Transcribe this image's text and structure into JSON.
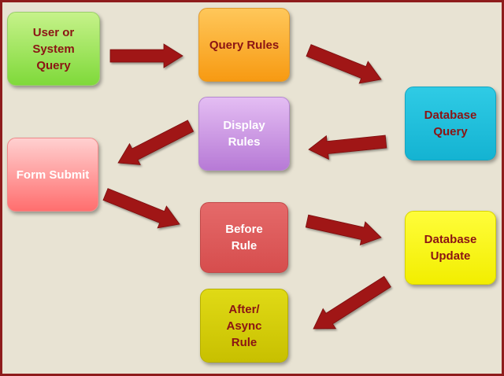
{
  "nodes": {
    "user_query": "User or\nSystem\nQuery",
    "query_rules": "Query Rules",
    "database_query": "Database\nQuery",
    "display_rules": "Display\nRules",
    "form_submit": "Form Submit",
    "before_rule": "Before\nRule",
    "database_update": "Database\nUpdate",
    "after_async_rule": "After/\nAsync\nRule"
  },
  "colors": {
    "frame_border": "#8e1c1c",
    "background": "#e8e3d3",
    "arrow": "#a01515",
    "label_dark": "#8b1414",
    "label_light": "#ffffff"
  }
}
